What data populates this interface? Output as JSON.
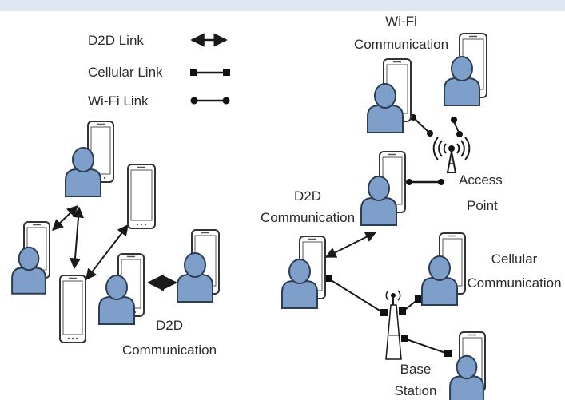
{
  "legend": {
    "d2d": "D2D Link",
    "cellular": "Cellular Link",
    "wifi": "Wi-Fi Link"
  },
  "labels": {
    "wifi_top": "Wi-Fi",
    "wifi_bottom": "Communication",
    "access_top": "Access",
    "access_bottom": "Point",
    "d2d_right_top": "D2D",
    "d2d_right_bottom": "Communication",
    "cellular_top": "Cellular",
    "cellular_bottom": "Communication",
    "d2d_left_top": "D2D",
    "d2d_left_bottom": "Communication",
    "base_top": "Base",
    "base_bottom": "Station"
  },
  "colors": {
    "person_fill": "#7e9fca",
    "person_stroke": "#2d3d52",
    "phone_stroke": "#333333",
    "link": "#1a1a1a",
    "text": "#2b2b2b"
  }
}
